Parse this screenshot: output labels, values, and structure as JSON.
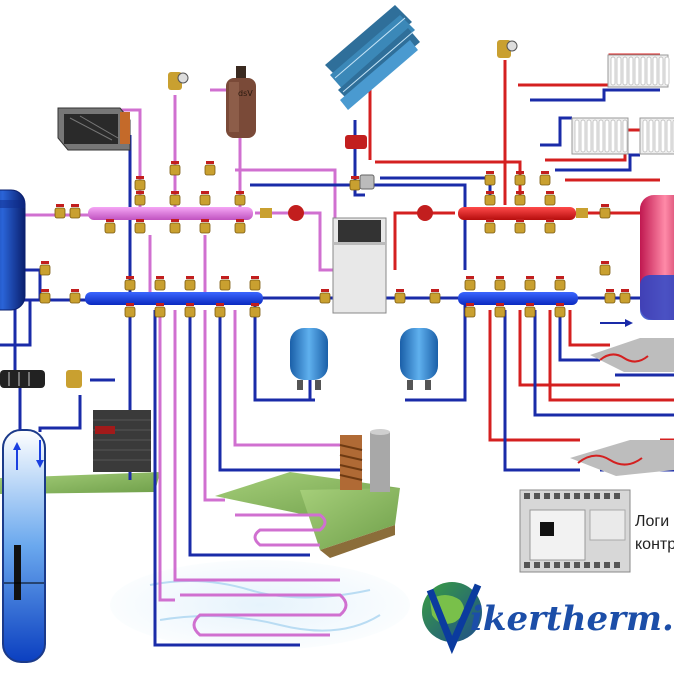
{
  "controller": {
    "caption_line1": "Логи",
    "caption_line2": "контр"
  },
  "logo": {
    "text": "ikertherm.",
    "brand": "Vikertherm"
  },
  "tank_label": "dsV",
  "colors": {
    "supply_red": "#d42020",
    "return_blue": "#1a2ba8",
    "collector_pink": "#e07ae0",
    "collector_blue": "#1a3fe0",
    "collector_red": "#e01c1c",
    "pink_line": "#d070d0",
    "grass": "#8fbf6a",
    "water": "#cfe6f7"
  },
  "icons": [
    "boiler-tank-icon",
    "air-handler-icon",
    "expansion-tank-icon",
    "solar-collector-icon",
    "radiator-icon",
    "heat-pump-icon",
    "storage-tank-icon",
    "membrane-tank-icon",
    "outdoor-unit-icon",
    "borehole-icon",
    "ground-loop-icon",
    "floor-heating-icon",
    "controller-icon",
    "globe-logo-icon",
    "thermostatic-valve-icon"
  ]
}
